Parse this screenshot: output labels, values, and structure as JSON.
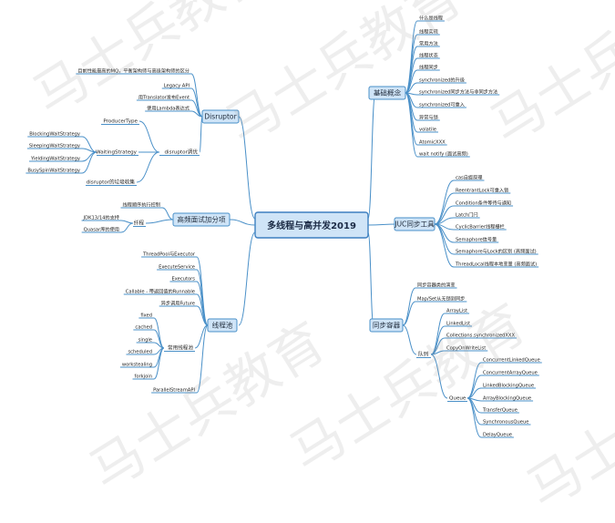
{
  "center": "多线程与高并发2019",
  "branches": {
    "basic": {
      "label": "基础概念",
      "items": [
        "什么是线程",
        "线程实现",
        "常用方法",
        "线程状态",
        "线程同步",
        "synchronized的升级",
        "synchronized同步方法与非同步方法",
        "synchronized可重入",
        "异常与锁",
        "volatile",
        "AtomicXXX",
        "wait notify (面试高频)"
      ]
    },
    "juc": {
      "label": "JUC同步工具",
      "items": [
        "cas自旋原理",
        "ReentrantLock可重入锁",
        "Condition条件等待与通知",
        "Latch门闩",
        "CyclicBarrier线程栅栏",
        "Semaphore信号量",
        "Semaphore与Lock的区别 (高频面试)",
        "ThreadLocal线程本地变量 (高频面试)"
      ]
    },
    "sync": {
      "label": "同步容器",
      "items": [
        "同步容器类的演变",
        "Map/Set从无锁到同步"
      ],
      "queue": {
        "label": "队列",
        "items": [
          "ArrayList",
          "LinkedList",
          "Collections.synchronizedXXX",
          "CopyOnWriteList"
        ]
      },
      "queue2": {
        "label": "Queue",
        "items": [
          "ConcurrentLinkedQueue",
          "ConcurrentArrayQueue",
          "LinkedBlockingQueue",
          "ArrayBlockingQueue",
          "TransferQueue",
          "SynchronousQueue",
          "DelayQueue"
        ]
      }
    },
    "disruptor": {
      "label": "Disruptor",
      "items": [
        "目前性能最高的MQ，平衡架构师与高级架构师的区分",
        "Legacy API",
        "用Translator发布Event",
        "使用Lambda表达式"
      ],
      "disruptor_mode": {
        "label": "disruptor调优",
        "items": [
          "ProducerType",
          "disruptor的垃圾收集"
        ]
      },
      "waiting": {
        "label": "WaitingStrategy",
        "items": [
          "BlockingWaitStrategy",
          "SleepingWaitStrategy",
          "YieldingWaitStrategy",
          "BusySpinWaitStrategy"
        ]
      }
    },
    "interview": {
      "label": "高频面试加分项",
      "items": [
        "线程顺序执行控制"
      ],
      "tuner": {
        "label": "纤程",
        "items": [
          "JDK13/14的支持",
          "Quasar库的使用"
        ]
      }
    },
    "pool": {
      "label": "线程池",
      "items": [
        "ThreadPool与Executor",
        "ExecuteService",
        "Executors",
        "Callable - 带返回值的Runnable",
        "异步调用Future",
        "ParallelStreamAPI"
      ],
      "common": {
        "label": "常用线程池",
        "items": [
          "fixed",
          "cached",
          "single",
          "scheduled",
          "workstealing",
          "forkjoin"
        ]
      }
    }
  },
  "watermark": "马士兵教育"
}
